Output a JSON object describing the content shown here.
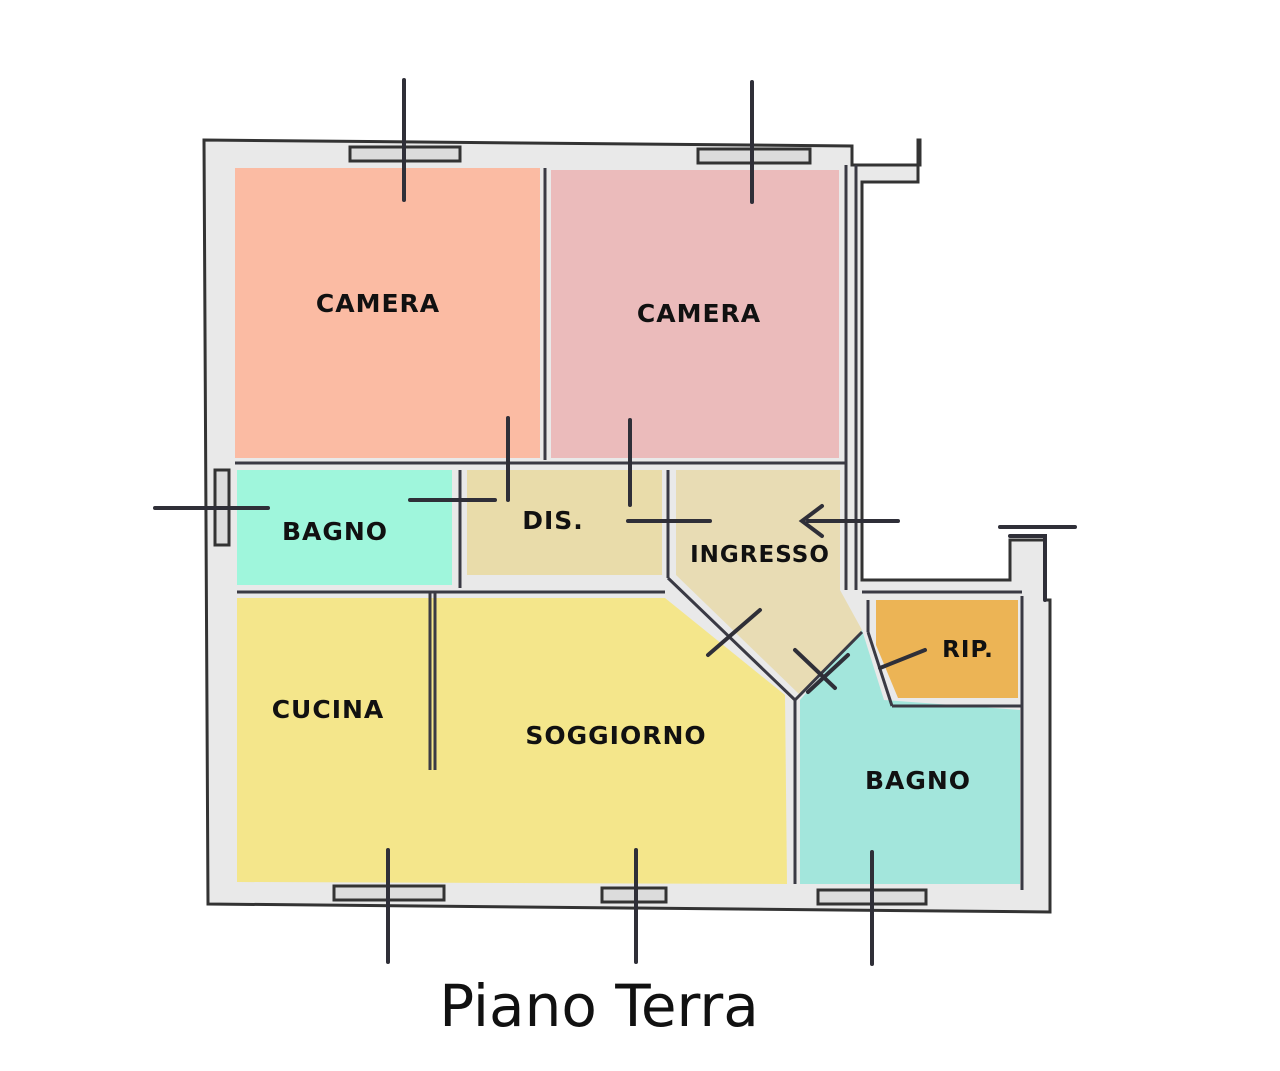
{
  "title": "Piano Terra",
  "colors": {
    "camera_left": "#fbbba3",
    "camera_right": "#ebbbbb",
    "bagno_left": "#9ff6dc",
    "dis": "#e9dcaa",
    "ingresso": "#e8dcb4",
    "rip": "#ecb455",
    "cucina_soggiorno": "#f4e68b",
    "bagno_right": "#a3e6dc",
    "wall": "#e9e9e9",
    "wall_stroke": "#333333"
  },
  "rooms": {
    "camera_left": "CAMERA",
    "camera_right": "CAMERA",
    "bagno_left": "BAGNO",
    "dis": "DIS.",
    "ingresso": "INGRESSO",
    "rip": "RIP.",
    "cucina": "CUCINA",
    "soggiorno": "SOGGIORNO",
    "bagno_right": "BAGNO"
  }
}
